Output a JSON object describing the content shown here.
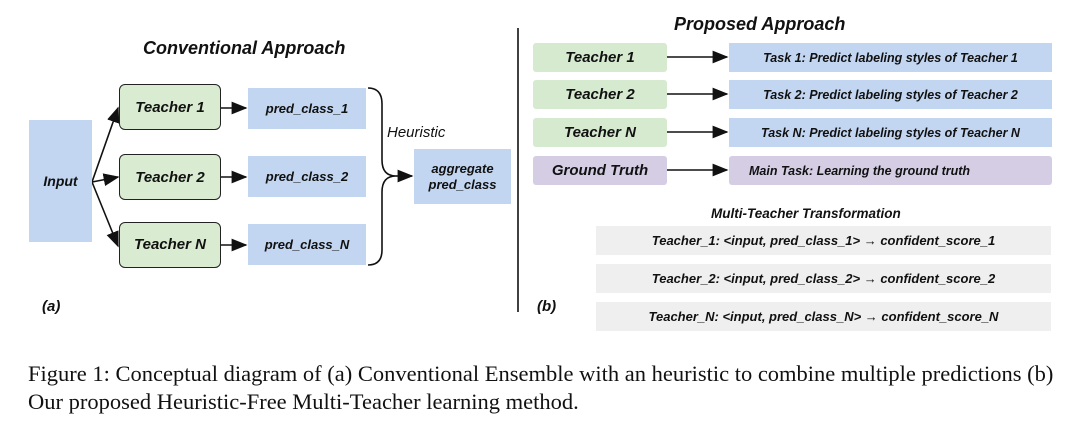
{
  "conventional": {
    "title": "Conventional Approach",
    "input": "Input",
    "teachers": [
      "Teacher 1",
      "Teacher 2",
      "Teacher N"
    ],
    "preds": [
      "pred_class_1",
      "pred_class_2",
      "pred_class_N"
    ],
    "heuristic": "Heuristic",
    "aggregate": "aggregate pred_class",
    "panel_label": "(a)"
  },
  "proposed": {
    "title": "Proposed Approach",
    "rows": [
      {
        "source": "Teacher 1",
        "task": "Task 1: Predict labeling styles of Teacher 1"
      },
      {
        "source": "Teacher 2",
        "task": "Task 2: Predict labeling styles of Teacher 2"
      },
      {
        "source": "Teacher N",
        "task": "Task N: Predict labeling styles of Teacher N"
      },
      {
        "source": "Ground Truth",
        "task": "Main Task:  Learning the ground truth"
      }
    ],
    "transform_title": "Multi-Teacher Transformation",
    "transforms": [
      "Teacher_1: <input, pred_class_1> → confident_score_1",
      "Teacher_2: <input, pred_class_2> → confident_score_2",
      "Teacher_N: <input, pred_class_N> → confident_score_N"
    ],
    "panel_label": "(b)"
  },
  "caption": "Figure 1: Conceptual diagram of (a) Conventional Ensemble with an heuristic to combine multiple predictions (b) Our proposed Heuristic-Free Multi-Teacher learning method.",
  "colors": {
    "blue": "#c3d6f1",
    "green": "#d9ecd2",
    "purple": "#d5cde4",
    "gray": "#efefef"
  }
}
